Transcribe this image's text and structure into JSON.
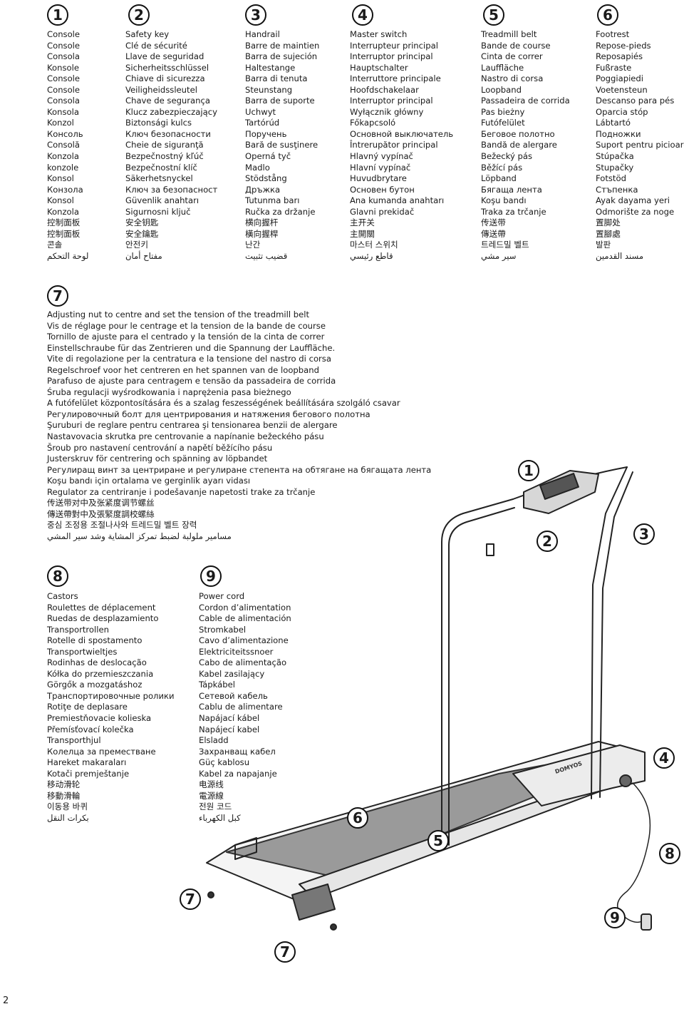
{
  "badges": [
    "1",
    "2",
    "3",
    "4",
    "5",
    "6",
    "7",
    "8",
    "9"
  ],
  "columns": [
    [
      "Console",
      "Console",
      "Consola",
      "Konsole",
      "Console",
      "Console",
      "Consola",
      "Konsola",
      "Konzol",
      "Консоль",
      "Consolă",
      "Konzola",
      "konzole",
      "Konsol",
      "Конзола",
      "Konsol",
      "Konzola",
      "控制面板",
      "控制面板",
      "콘솔",
      "لوحة التحكم"
    ],
    [
      "Safety key",
      "Clé de sécurité",
      "Llave de seguridad",
      "Sicherheitsschlüssel",
      "Chiave di sicurezza",
      "Veiligheidssleutel",
      "Chave de segurança",
      "Klucz zabezpieczający",
      "Biztonsági kulcs",
      "Ключ безопасности",
      "Cheie de siguranţă",
      "Bezpečnostný kľúč",
      "Bezpečnostní klíč",
      "Säkerhetsnyckel",
      "Ключ за безопасност",
      "Güvenlik anahtarı",
      "Sigurnosni ključ",
      "安全钥匙",
      "安全鑰匙",
      "안전키",
      "مفتاح أمان"
    ],
    [
      "Handrail",
      "Barre de maintien",
      "Barra de sujeción",
      "Haltestange",
      "Barra di tenuta",
      "Steunstang",
      "Barra de suporte",
      "Uchwyt",
      "Tartórúd",
      "Поручень",
      "Bară de susţinere",
      "Operná tyč",
      "Madlo",
      "Stödstång",
      "Дръжка",
      "Tutunma barı",
      "Ručka za držanje",
      "横向握杆",
      "橫向握桿",
      "난간",
      "قضيب تثبيت"
    ],
    [
      "Master switch",
      "Interrupteur principal",
      "Interruptor principal",
      "Hauptschalter",
      "Interruttore principale",
      "Hoofdschakelaar",
      "Interruptor principal",
      "Wyłącznik główny",
      "Főkapcsoló",
      "Основной выключатель",
      "Întrerupător principal",
      "Hlavný vypínač",
      "Hlavní vypínač",
      "Huvudbrytare",
      "Основен бутон",
      "Ana kumanda anahtarı",
      "Glavni prekidač",
      "主开关",
      "主開關",
      "마스터 스위치",
      "قاطع رئيسي"
    ],
    [
      "Treadmill belt",
      "Bande de course",
      "Cinta de correr",
      "Lauffläche",
      "Nastro di corsa",
      "Loopband",
      "Passadeira de corrida",
      "Pas bieżny",
      "Futófelület",
      "Беговое полотно",
      "Bandă de alergare",
      "Bežecký pás",
      "Běžící pás",
      "Löpband",
      "Бягаща лента",
      "Koşu bandı",
      "Traka za trčanje",
      "传送带",
      "傳送帶",
      "트레드밀 벨트",
      "سير مشي"
    ],
    [
      "Footrest",
      "Repose-pieds",
      "Reposapiés",
      "Fußraste",
      "Poggiapiedi",
      "Voetensteun",
      "Descanso para pés",
      "Oparcia stóp",
      "Lábtartó",
      "Подножки",
      "Suport pentru picioare",
      "Stúpačka",
      "Stupačky",
      "Fotstöd",
      "Стъпенка",
      "Ayak dayama yeri",
      "Odmorište za noge",
      "置脚处",
      "置腳處",
      "발판",
      "مسند القدمين"
    ]
  ],
  "section7": [
    "Adjusting nut to centre and set the tension of the treadmill belt",
    "Vis de réglage pour le centrage et la tension de la bande de course",
    "Tornillo de ajuste para el centrado y la tensión de la cinta de correr",
    "Einstellschraube für das Zentrieren und die Spannung der Lauffläche.",
    "Vite di regolazione per la centratura e la tensione del nastro di corsa",
    "Regelschroef voor het centreren en het spannen van de loopband",
    "Parafuso de ajuste para centragem e tensão da passadeira de corrida",
    "Śruba regulacji wyśrodkowania i naprężenia pasa bieżnego",
    "A futófelület központosítására és a szalag feszességének beállítására szolgáló csavar",
    "Регулировочный болт для центрирования и натяжения бегового полотна",
    "Şuruburi de reglare pentru centrarea şi tensionarea benzii de alergare",
    "Nastavovacia skrutka pre centrovanie a napínanie bežeckého pásu",
    "Šroub pro nastavení centrování a napětí běžícího pásu",
    "Justerskruv för centrering och spänning av löpbandet",
    "Регулиращ винт за центриране и регулиране степента на обтягане на бягащата лента",
    "Koşu bandı için ortalama ve gerginlik ayarı vidası",
    "Regulator za centriranje i podešavanje napetosti trake za trčanje",
    "传送带对中及张紧度调节螺丝",
    "傳送帶對中及張緊度調校螺絲",
    "중심 조정용 조절나사와 트레드밀 벨트 장력",
    "مسامير ملولبة لضبط تمركز المشاية وشد سير المشي"
  ],
  "section8": [
    "Castors",
    "Roulettes de déplacement",
    "Ruedas de desplazamiento",
    "Transportrollen",
    "Rotelle di spostamento",
    "Transportwieltjes",
    "Rodinhas de deslocação",
    "Kółka do przemieszczania",
    "Görgők a mozgatáshoz",
    "Транспортировочные ролики",
    "Rotiţe de deplasare",
    "Premiestňovacie kolieska",
    "Přemísťovací kolečka",
    "Transporthjul",
    "Колелца за преместване",
    "Hareket makaraları",
    "Kotači premještanje",
    "移动滑轮",
    "移動滑輪",
    "이동용 바퀴",
    "بكرات النقل"
  ],
  "section9": [
    "Power cord",
    "Cordon d’alimentation",
    "Cable de alimentación",
    "Stromkabel",
    "Cavo d’alimentazione",
    "Elektriciteitssnoer",
    "Cabo de alimentação",
    "Kabel zasilający",
    "Tápkábel",
    "Сетевой кабель",
    "Cablu de alimentare",
    "Napájací kábel",
    "Napájecí kabel",
    "Elsladd",
    "Захранващ кабел",
    "Güç kablosu",
    "Kabel za napajanje",
    "电源线",
    "電源線",
    "전원 코드",
    "كبل الكهرباء"
  ],
  "page_number": "2",
  "brand_mark": "DOMYOS"
}
